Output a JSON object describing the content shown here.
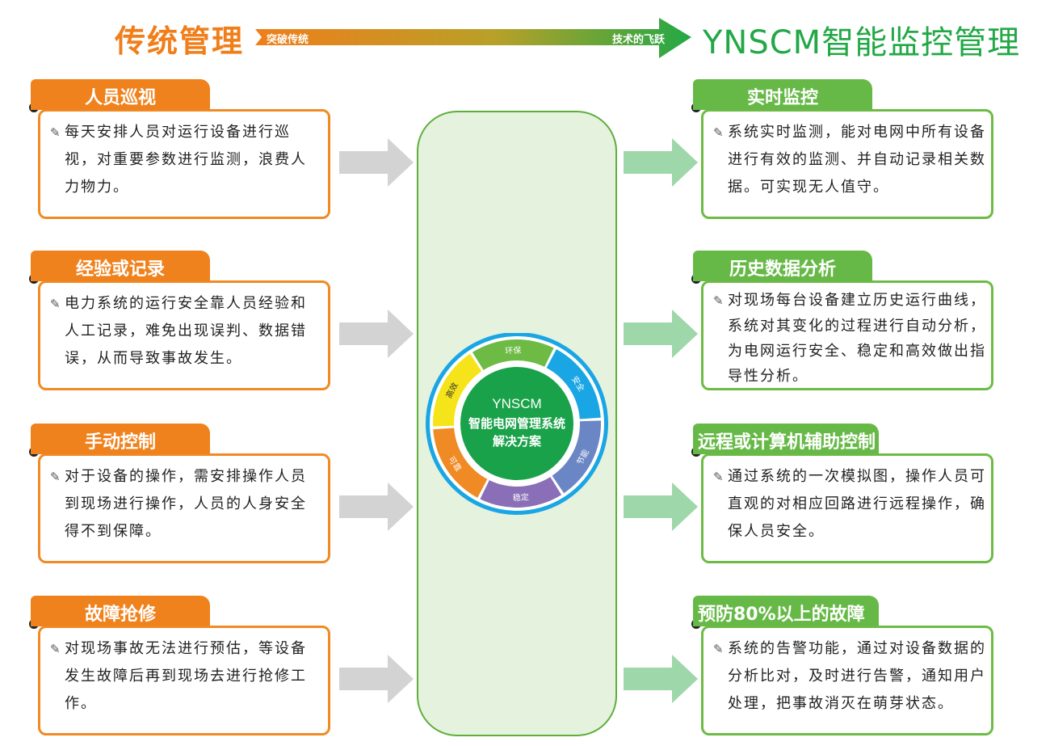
{
  "header": {
    "left_title": "传统管理",
    "right_title": "YNSCM智能监控管理",
    "banner_left": "突破传统",
    "banner_right": "技术的飞跃"
  },
  "left_panels": [
    {
      "title": "人员巡视",
      "lines": [
        "每天安排人员对运行设备进行巡",
        "视，对重要参数进行监测，浪费人",
        "力物力。"
      ]
    },
    {
      "title": "经验或记录",
      "lines": [
        "电力系统的运行安全靠人员经验和",
        "人工记录，难免出现误判、数据错",
        "误，从而导致事故发生。"
      ]
    },
    {
      "title": "手动控制",
      "lines": [
        "对于设备的操作，需安排操作人员",
        "到现场进行操作，人员的人身安全",
        "得不到保障。"
      ]
    },
    {
      "title": "故障抢修",
      "lines": [
        "对现场事故无法进行预估，等设备",
        "发生故障后再到现场去进行抢修工",
        "作。"
      ]
    }
  ],
  "right_panels": [
    {
      "title": "实时监控",
      "lines": [
        "系统实时监测，能对电网中所有设备",
        "进行有效的监测、并自动记录相关数",
        "据。可实现无人值守。"
      ]
    },
    {
      "title": "历史数据分析",
      "lines": [
        "对现场每台设备建立历史运行曲线，",
        "系统对其变化的过程进行自动分析，",
        "为电网运行安全、稳定和高效做出指",
        "导性分析。"
      ]
    },
    {
      "title": "远程或计算机辅助控制",
      "lines": [
        "通过系统的一次模拟图，操作人员可",
        "直观的对相应回路进行远程操作，确",
        "保人员安全。"
      ]
    },
    {
      "title": "预防80%以上的故障",
      "lines": [
        "系统的告警功能，通过对设备数据的",
        "分析比对，及时进行告警，通知用户",
        "处理，把事故消灭在萌芽状态。"
      ]
    }
  ],
  "center": {
    "line1": "YNSCM",
    "line2": "智能电网管理系统",
    "line3": "解决方案",
    "segments": [
      "环保",
      "安全",
      "节能",
      "稳定",
      "可靠",
      "高效"
    ]
  },
  "colors": {
    "orange": "#f0821e",
    "green": "#67b947",
    "center_green": "#1aa24a",
    "seg_green": "#6dbb45",
    "seg_blue": "#1aa6e4",
    "seg_slate": "#6b86c4",
    "seg_purple": "#8a6fb8",
    "seg_orange": "#f08a24",
    "seg_yellow": "#f5e419"
  }
}
